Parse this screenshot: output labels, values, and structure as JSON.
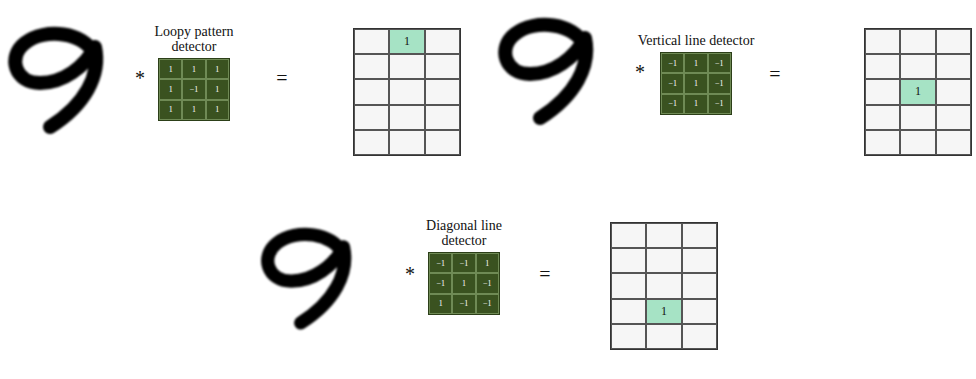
{
  "diagram": {
    "nodes": [
      {
        "text": [
          "Loopy pattern detector",
          "1",
          "1",
          "1",
          "1",
          "−1",
          "1",
          "1",
          "1",
          "1"
        ]
      },
      {
        "text": [
          "1"
        ]
      },
      {
        "text": [
          "Vertical line detector",
          "−1",
          "1",
          "−1",
          "−1",
          "1",
          "−1",
          "−1",
          "1",
          "−1"
        ]
      },
      {
        "text": [
          "1"
        ]
      },
      {
        "text": [
          "Diagonal line detector",
          "−1",
          "−1",
          "1",
          "−1",
          "1",
          "−1",
          "1",
          "−1",
          "−1"
        ]
      },
      {
        "text": [
          "1"
        ]
      }
    ],
    "labels": [
      "*",
      "=",
      "*",
      "=",
      "*",
      "="
    ]
  }
}
